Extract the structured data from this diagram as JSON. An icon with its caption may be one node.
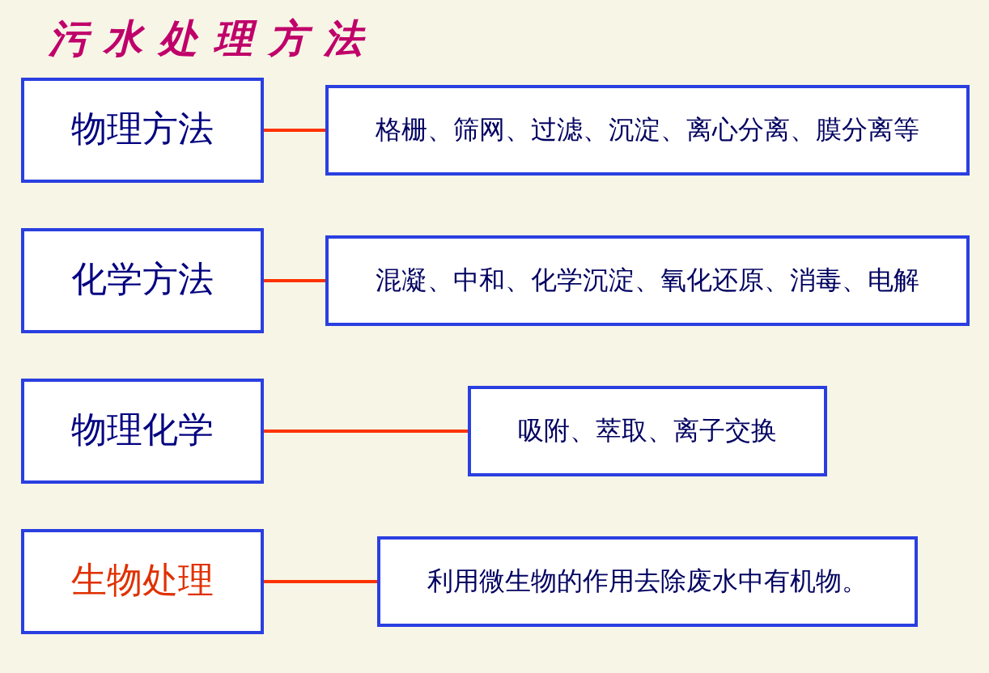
{
  "diagram": {
    "title": "污水处理方法",
    "nodes": [
      {
        "text": [
          "物理方法"
        ]
      },
      {
        "text": [
          "格栅、筛网、过滤、沉淀、离心分离、膜分离等"
        ]
      },
      {
        "text": [
          "化学方法"
        ]
      },
      {
        "text": [
          "混凝、中和、化学沉淀、氧化还原、消毒、电解"
        ]
      },
      {
        "text": [
          "物理化学"
        ]
      },
      {
        "text": [
          "吸附、萃取、离子交换"
        ]
      },
      {
        "text": [
          "生物处理"
        ]
      },
      {
        "text": [
          "利用微生物的作用去除废水中有机物。"
        ]
      }
    ],
    "edges": [
      {
        "from": 0,
        "to": 1,
        "arrow": "none"
      },
      {
        "from": 2,
        "to": 3,
        "arrow": "none"
      },
      {
        "from": 4,
        "to": 5,
        "arrow": "none"
      },
      {
        "from": 6,
        "to": 7,
        "arrow": "none"
      }
    ]
  }
}
